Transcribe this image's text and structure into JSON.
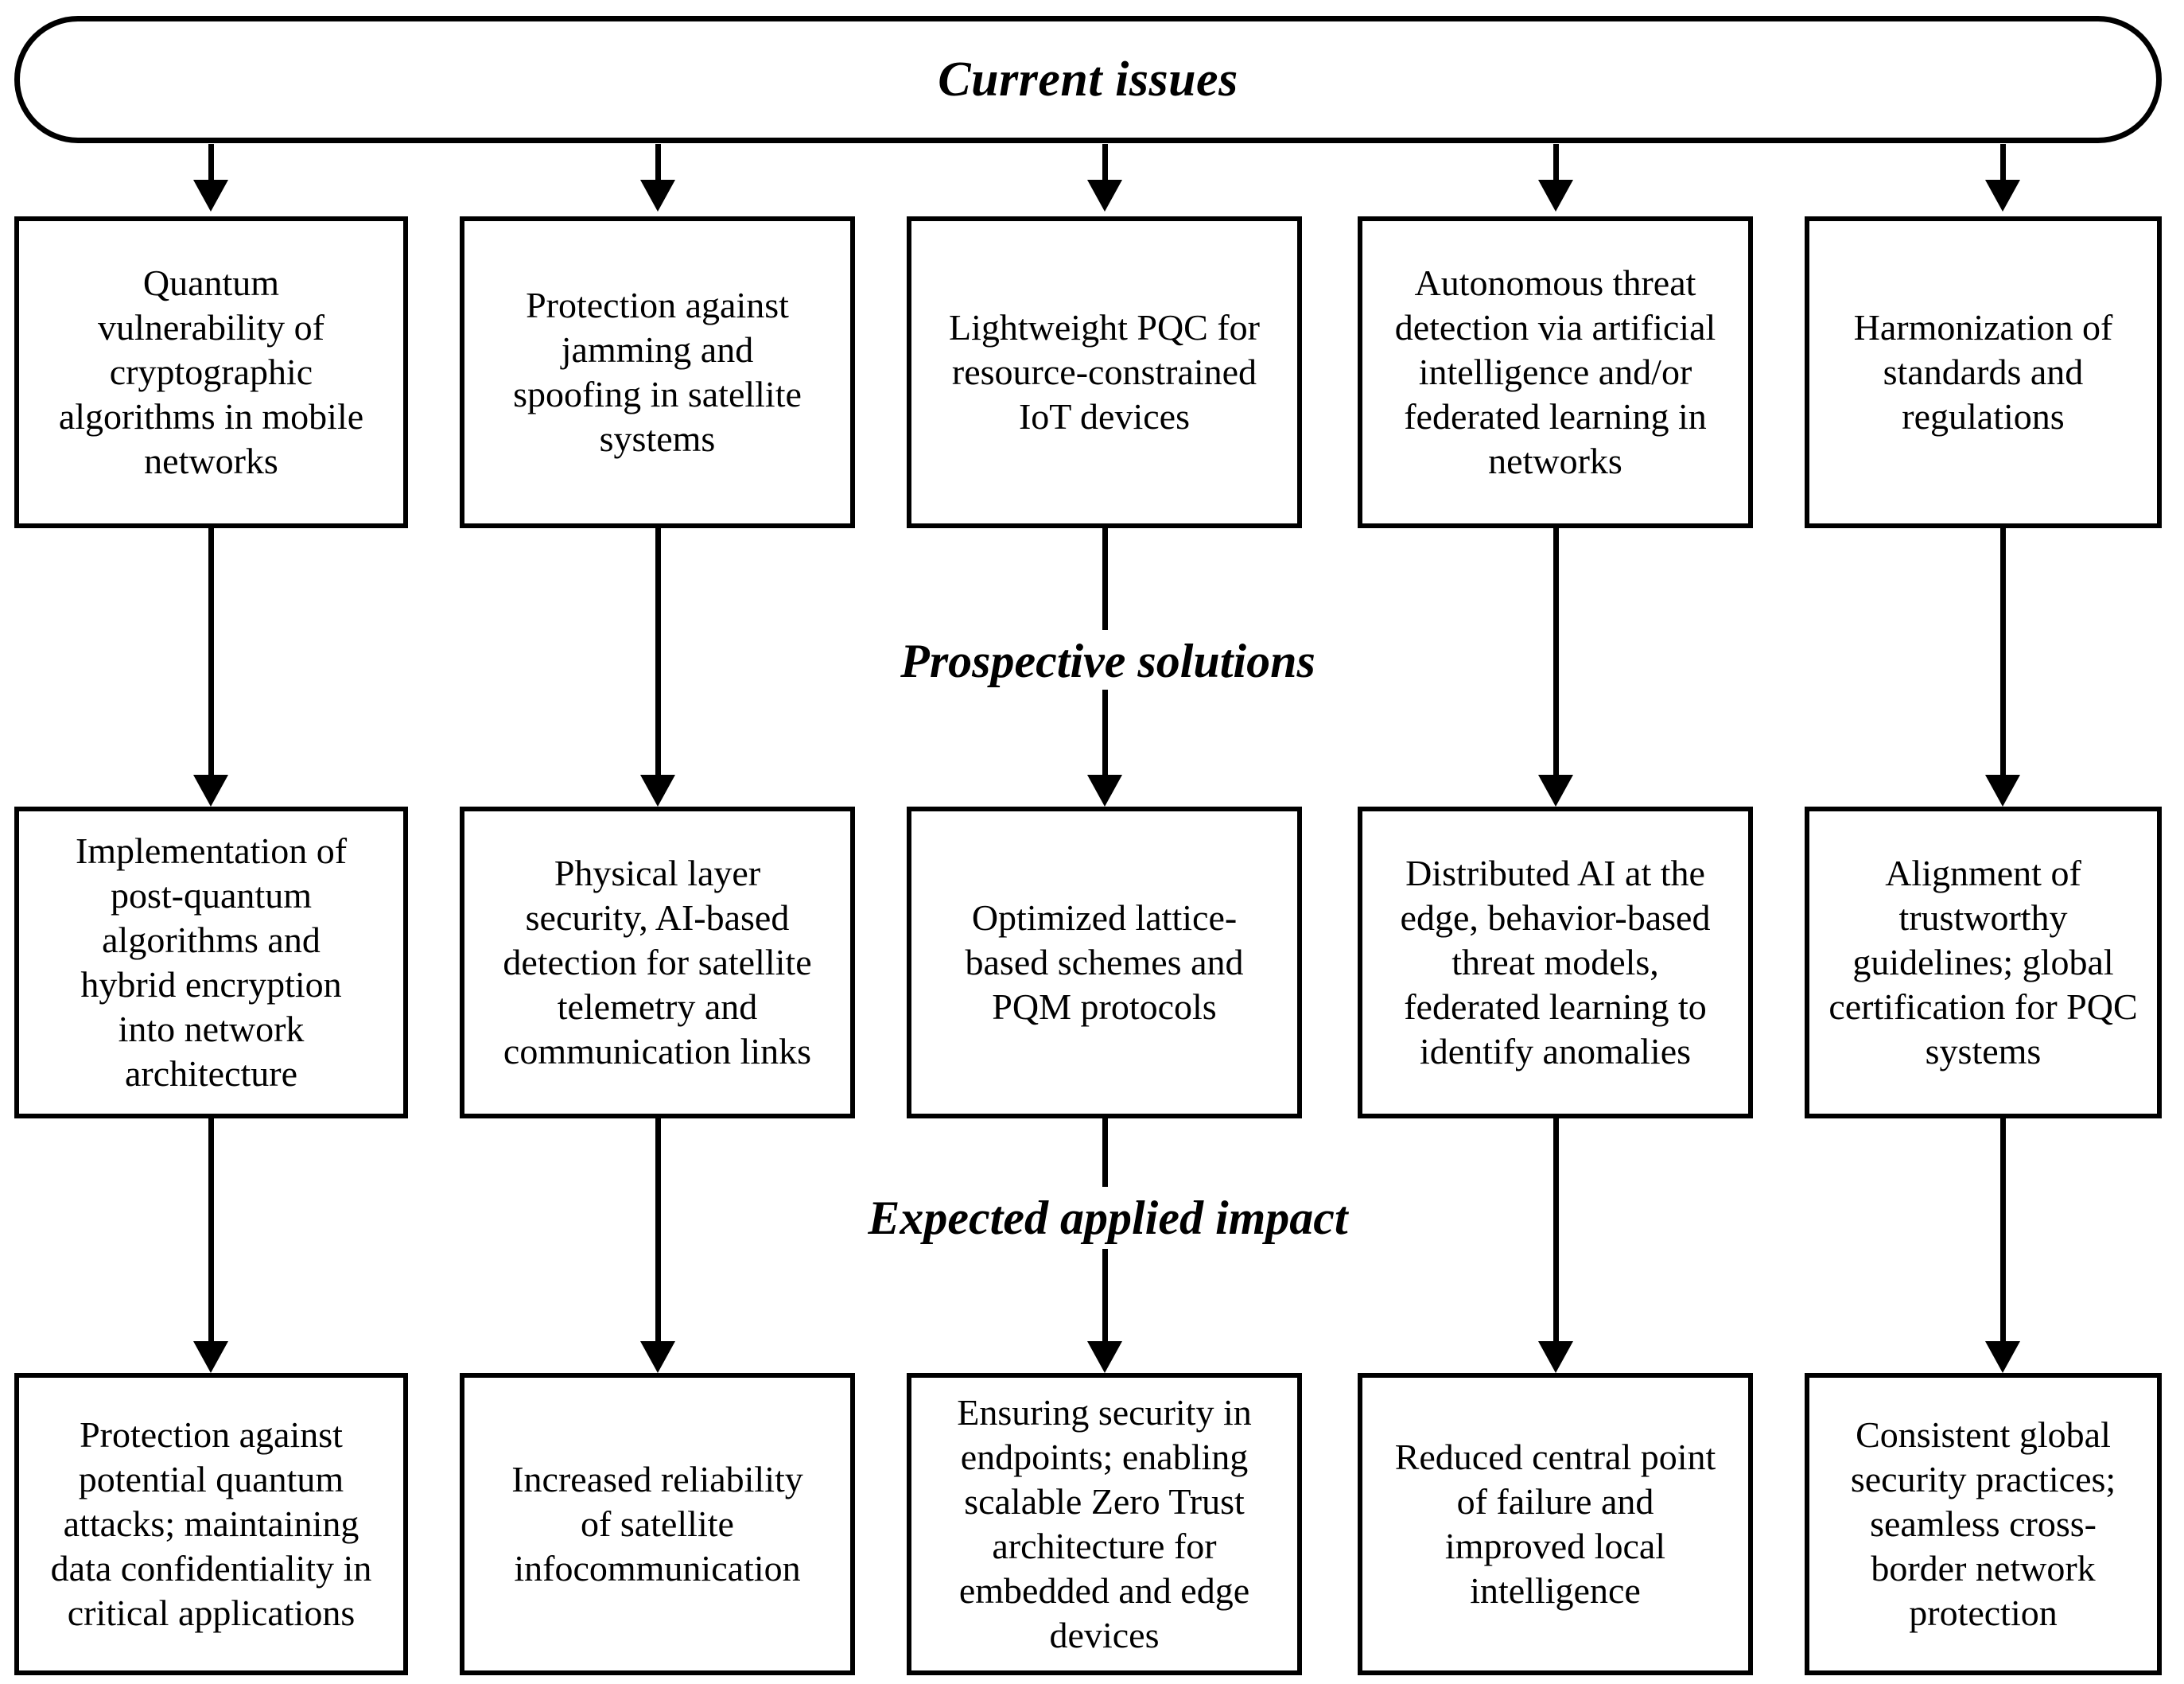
{
  "diagram": {
    "title_banner": {
      "label": "Current issues",
      "shape": "rounded-rectangle"
    },
    "stage_labels": [
      {
        "label": "Prospective solutions"
      },
      {
        "label": "Expected applied impact"
      }
    ],
    "rows": [
      {
        "row_name": "current-issues",
        "boxes": [
          {
            "text": "Quantum\nvulnerability of\ncryptographic\nalgorithms in mobile\nnetworks"
          },
          {
            "text": "Protection against\njamming and\nspoofing in satellite\nsystems"
          },
          {
            "text": "Lightweight PQC for\nresource-constrained\nIoT devices"
          },
          {
            "text": "Autonomous threat\ndetection via artificial\nintelligence and/or\nfederated learning in\nnetworks"
          },
          {
            "text": "Harmonization of\nstandards and\nregulations"
          }
        ]
      },
      {
        "row_name": "prospective-solutions",
        "boxes": [
          {
            "text": "Implementation of\npost-quantum\nalgorithms and\nhybrid encryption\ninto network\narchitecture"
          },
          {
            "text": "Physical layer\nsecurity, AI-based\ndetection for satellite\ntelemetry and\ncommunication links"
          },
          {
            "text": "Optimized lattice-\nbased schemes and\nPQM protocols"
          },
          {
            "text": "Distributed AI at the\nedge, behavior-based\nthreat models,\nfederated learning to\nidentify anomalies"
          },
          {
            "text": "Alignment of\ntrustworthy\nguidelines; global\ncertification for PQC\nsystems"
          }
        ]
      },
      {
        "row_name": "expected-applied-impact",
        "boxes": [
          {
            "text": "Protection against\npotential quantum\nattacks; maintaining\ndata confidentiality in\ncritical applications"
          },
          {
            "text": "Increased reliability\nof satellite\ninfocommunication"
          },
          {
            "text": "Ensuring security in\nendpoints; enabling\nscalable Zero Trust\narchitecture for\nembedded and edge\ndevices"
          },
          {
            "text": "Reduced central point\nof failure and\nimproved local\nintelligence"
          },
          {
            "text": "Consistent global\nsecurity practices;\nseamless cross-\nborder network\nprotection"
          }
        ]
      }
    ],
    "colors": {
      "stroke": "#000000",
      "background": "#ffffff",
      "text": "#000000"
    }
  }
}
